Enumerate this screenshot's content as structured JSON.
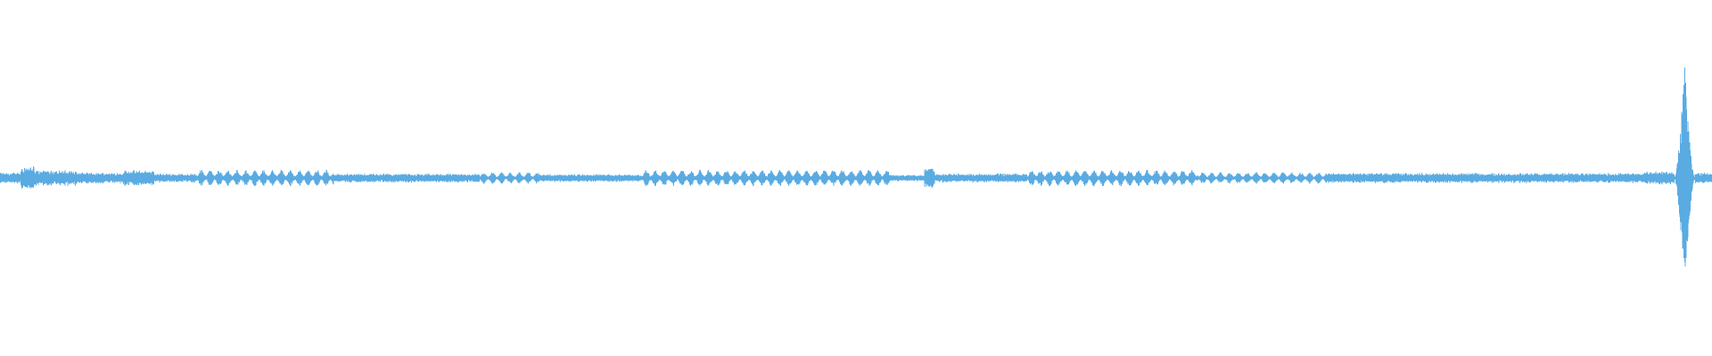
{
  "waveform": {
    "color": "#5aabe2",
    "background": "#ffffff",
    "peak_amplitude": 1.0,
    "segments": [
      {
        "start": 0.0,
        "end": 0.012,
        "style": "noise",
        "amp": 0.05
      },
      {
        "start": 0.012,
        "end": 0.02,
        "style": "noise",
        "amp": 0.11
      },
      {
        "start": 0.02,
        "end": 0.045,
        "style": "noise",
        "amp": 0.07
      },
      {
        "start": 0.045,
        "end": 0.072,
        "style": "noise",
        "amp": 0.05
      },
      {
        "start": 0.072,
        "end": 0.09,
        "style": "noise",
        "amp": 0.07
      },
      {
        "start": 0.09,
        "end": 0.115,
        "style": "noise",
        "amp": 0.04
      },
      {
        "start": 0.115,
        "end": 0.195,
        "style": "pulses",
        "amp": 0.07,
        "pulse_spacing": 0.0052
      },
      {
        "start": 0.195,
        "end": 0.28,
        "style": "noise",
        "amp": 0.04
      },
      {
        "start": 0.28,
        "end": 0.315,
        "style": "pulses",
        "amp": 0.05,
        "pulse_spacing": 0.0052
      },
      {
        "start": 0.315,
        "end": 0.375,
        "style": "noise",
        "amp": 0.035
      },
      {
        "start": 0.375,
        "end": 0.52,
        "style": "pulses",
        "amp": 0.07,
        "pulse_spacing": 0.0052
      },
      {
        "start": 0.52,
        "end": 0.54,
        "style": "noise",
        "amp": 0.03
      },
      {
        "start": 0.54,
        "end": 0.546,
        "style": "noise",
        "amp": 0.09
      },
      {
        "start": 0.546,
        "end": 0.6,
        "style": "noise",
        "amp": 0.04
      },
      {
        "start": 0.6,
        "end": 0.7,
        "style": "pulses",
        "amp": 0.07,
        "pulse_spacing": 0.0052
      },
      {
        "start": 0.7,
        "end": 0.775,
        "style": "pulses",
        "amp": 0.05,
        "pulse_spacing": 0.0052
      },
      {
        "start": 0.775,
        "end": 0.96,
        "style": "noise",
        "amp": 0.045
      },
      {
        "start": 0.96,
        "end": 0.978,
        "style": "noise",
        "amp": 0.06
      },
      {
        "start": 0.978,
        "end": 0.99,
        "style": "burst",
        "amp": 1.0
      },
      {
        "start": 0.99,
        "end": 1.0,
        "style": "noise",
        "amp": 0.05
      }
    ]
  }
}
